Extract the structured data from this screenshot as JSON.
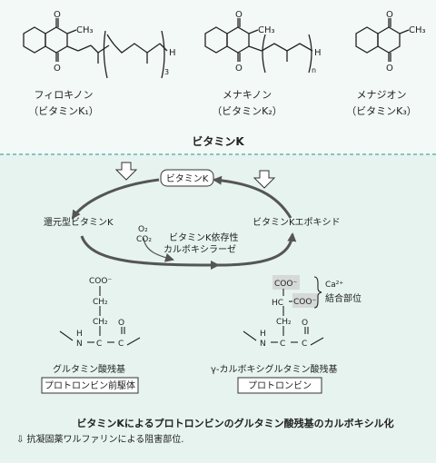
{
  "top_panel": {
    "compounds": [
      {
        "name": "フィロキノン",
        "subtitle": "（ビタミンK₁）"
      },
      {
        "name": "メナキノン",
        "subtitle": "（ビタミンK₂）"
      },
      {
        "name": "メナジオン",
        "subtitle": "（ビタミンK₃）"
      }
    ],
    "structure_labels": {
      "o": "O",
      "ch3": "CH₃",
      "h": "H",
      "sub3": "3",
      "subn": "n"
    },
    "section_title": "ビタミンK"
  },
  "cycle": {
    "vitamin_k": "ビタミンK",
    "reduced": "還元型ビタミンK",
    "epoxide": "ビタミンKエポキシド",
    "o2": "O₂",
    "co2": "CO₂",
    "enzyme_line1": "ビタミンK依存性",
    "enzyme_line2": "カルボキシラーゼ"
  },
  "residues": {
    "left": {
      "coo": "COO⁻",
      "ch2_a": "CH₂",
      "ch2_b": "CH₂",
      "h": "H",
      "n": "N",
      "c": "C",
      "o": "O",
      "name": "グルタミン酸残基",
      "box": "プロトロンビン前駆体"
    },
    "right": {
      "coo_top": "COO⁻",
      "coo_side": "COO⁻",
      "hc": "HC",
      "ch2": "CH₂",
      "h": "H",
      "n": "N",
      "c": "C",
      "o": "O",
      "ca": "Ca²⁺",
      "binding": "結合部位",
      "name": "γ-カルボキシグルタミン酸残基",
      "box": "プロトロンビン"
    }
  },
  "caption": "ビタミンKによるプロトロンビンのグルタミン酸残基のカルボキシル化",
  "note": "⇩ 抗凝固薬ワルファリンによる阻害部位."
}
